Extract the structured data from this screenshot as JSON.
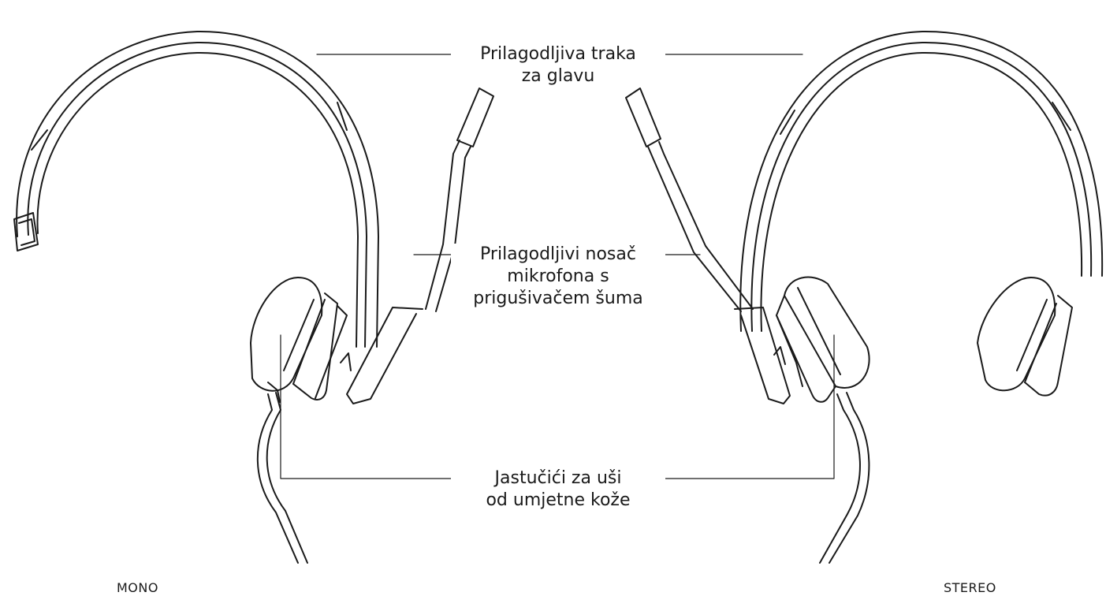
{
  "callouts": {
    "headband": {
      "line1": "Prilagodljiva traka",
      "line2": "za glavu"
    },
    "mic_boom": {
      "line1": "Prilagodljivi nosač",
      "line2": "mikrofona s",
      "line3": "prigušivačem šuma"
    },
    "ear_pads": {
      "line1": "Jastučići za uši",
      "line2": "od umjetne kože"
    }
  },
  "captions": {
    "left": "MONO",
    "right": "STEREO"
  },
  "colors": {
    "ink": "#1a1a1a",
    "background": "#ffffff"
  }
}
